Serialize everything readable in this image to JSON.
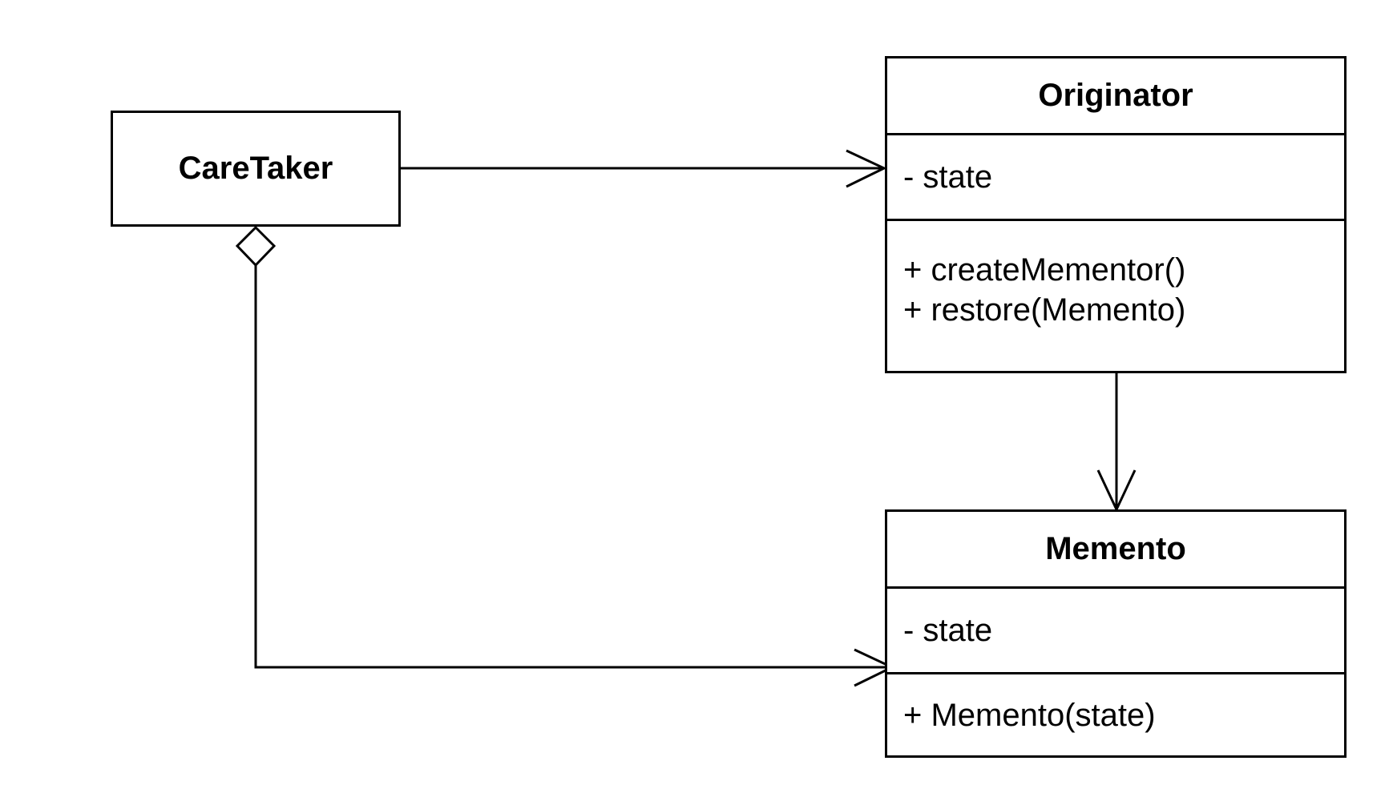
{
  "classes": {
    "caretaker": {
      "name": "CareTaker"
    },
    "originator": {
      "name": "Originator",
      "attributes": [
        "- state"
      ],
      "operations": [
        "+ createMementor()",
        "+ restore(Memento)"
      ]
    },
    "memento": {
      "name": "Memento",
      "attributes": [
        "- state"
      ],
      "operations": [
        "+ Memento(state)"
      ]
    }
  },
  "relationships": [
    {
      "from": "CareTaker",
      "to": "Originator",
      "type": "association",
      "arrowhead": "open-arrow"
    },
    {
      "from": "Originator",
      "to": "Memento",
      "type": "dependency",
      "arrowhead": "open-arrow"
    },
    {
      "from": "CareTaker",
      "to": "Memento",
      "type": "aggregation",
      "arrowhead": "open-arrow",
      "source_end": "hollow-diamond"
    }
  ]
}
